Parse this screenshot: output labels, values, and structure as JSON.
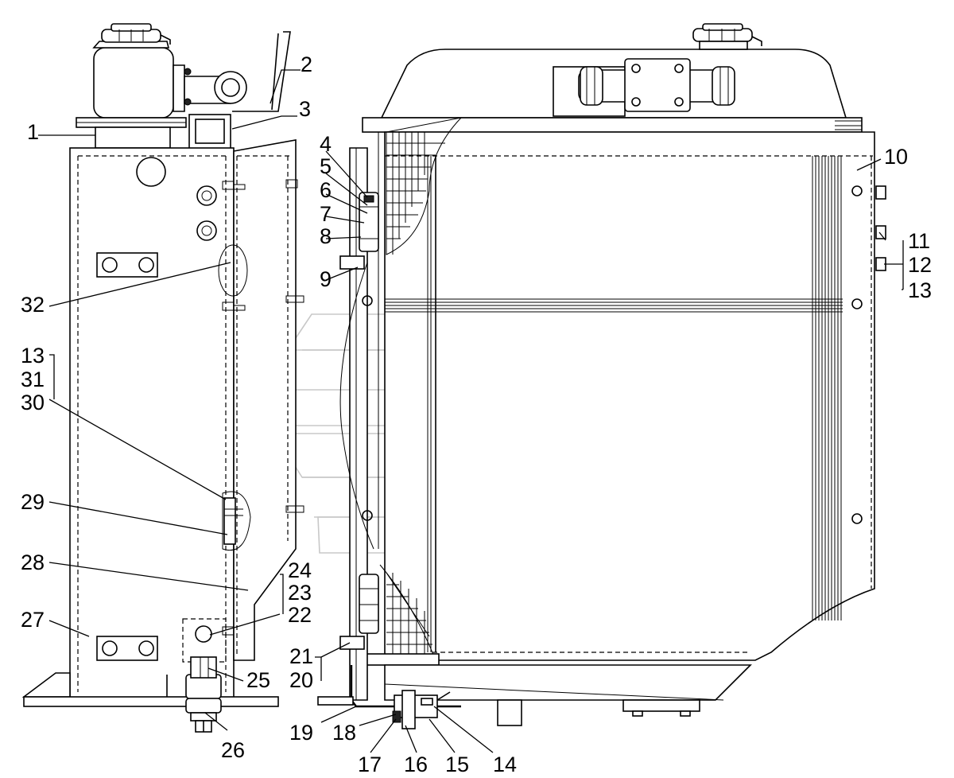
{
  "callouts": {
    "c1": "1",
    "c2": "2",
    "c3": "3",
    "c4": "4",
    "c5": "5",
    "c6": "6",
    "c7": "7",
    "c8": "8",
    "c9": "9",
    "c10": "10",
    "c11": "11",
    "c12": "12",
    "c13a": "13",
    "c13b": "13",
    "c14": "14",
    "c15": "15",
    "c16": "16",
    "c17": "17",
    "c18": "18",
    "c19": "19",
    "c20": "20",
    "c21": "21",
    "c22": "22",
    "c23": "23",
    "c24": "24",
    "c25": "25",
    "c26": "26",
    "c27": "27",
    "c28": "28",
    "c29": "29",
    "c30": "30",
    "c31": "31",
    "c32": "32"
  },
  "icons": {
    "watermark": "logo-watermark-icon",
    "cap": "filler-cap-icon",
    "bolt": "bolt-head-icon"
  },
  "colors": {
    "line": "#000000",
    "background": "#ffffff",
    "watermark": "#c8c8c8"
  }
}
